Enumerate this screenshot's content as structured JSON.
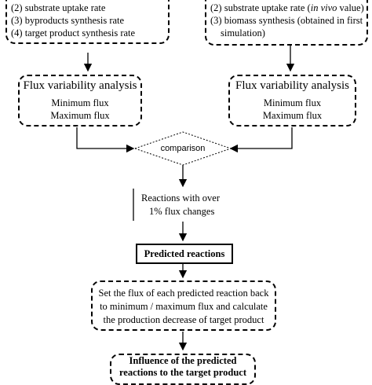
{
  "left_constraints": {
    "items": [
      "(2) substrate uptake rate",
      "(3) byproducts synthesis rate",
      "(4) target product synthesis rate"
    ]
  },
  "right_constraints": {
    "line1_pre": "(2) substrate uptake rate (",
    "line1_italic": "in vivo",
    "line1_post": " value)",
    "line2": "(3) biomass synthesis (obtained in first",
    "line3": "simulation)"
  },
  "fva_left": {
    "title": "Flux variability analysis",
    "min": "Minimum flux",
    "max": "Maximum flux"
  },
  "fva_right": {
    "title": "Flux variability analysis",
    "min": "Minimum flux",
    "max": "Maximum flux"
  },
  "comparison": {
    "label": "comparison"
  },
  "changes": {
    "line1": "Reactions with over",
    "line2": "1% flux changes"
  },
  "predicted": {
    "label": "Predicted reactions"
  },
  "setflux": {
    "line1": "Set the flux of each predicted reaction back",
    "line2": "to minimum / maximum flux and calculate",
    "line3": "the production decrease of target product"
  },
  "influence": {
    "line1": "Influence of the predicted",
    "line2": "reactions to the target product"
  }
}
